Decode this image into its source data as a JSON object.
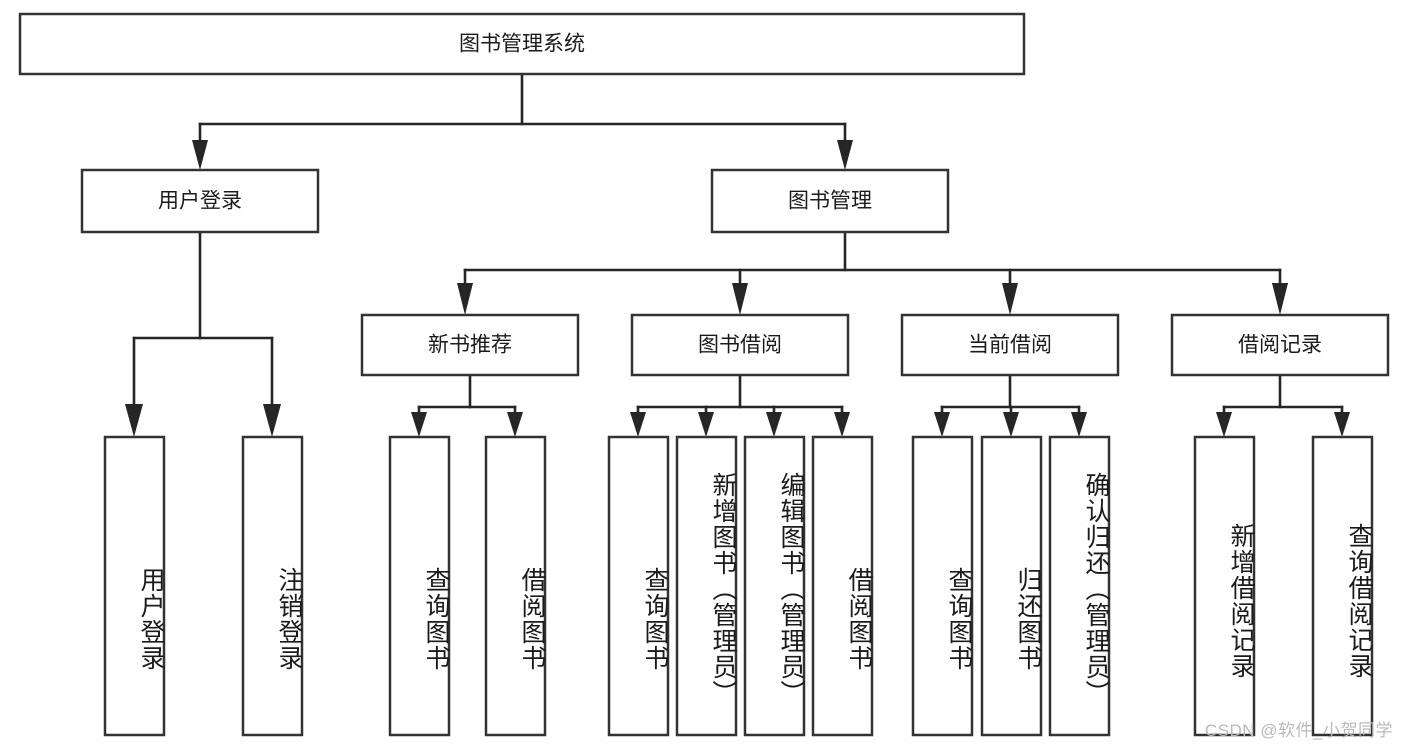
{
  "diagram": {
    "type": "tree-hierarchy",
    "orientation": "top-down",
    "root": {
      "id": "root",
      "label": "图书管理系统"
    },
    "level2": [
      {
        "id": "user-login",
        "label": "用户登录"
      },
      {
        "id": "book-management",
        "label": "图书管理"
      }
    ],
    "level3": [
      {
        "id": "new-book-recommend",
        "label": "新书推荐",
        "parent": "book-management"
      },
      {
        "id": "book-borrow",
        "label": "图书借阅",
        "parent": "book-management"
      },
      {
        "id": "current-borrow",
        "label": "当前借阅",
        "parent": "book-management"
      },
      {
        "id": "borrow-record",
        "label": "借阅记录",
        "parent": "book-management"
      }
    ],
    "leaves": {
      "user-login": [
        {
          "id": "leaf-user-login",
          "label": "用户登录"
        },
        {
          "id": "leaf-logout",
          "label": "注销登录"
        }
      ],
      "new-book-recommend": [
        {
          "id": "leaf-query-book-1",
          "label": "查询图书"
        },
        {
          "id": "leaf-borrow-book-1",
          "label": "借阅图书"
        }
      ],
      "book-borrow": [
        {
          "id": "leaf-query-book-2",
          "label": "查询图书"
        },
        {
          "id": "leaf-add-book",
          "label": "新增图书（管理员）"
        },
        {
          "id": "leaf-edit-book",
          "label": "编辑图书（管理员）"
        },
        {
          "id": "leaf-borrow-book-2",
          "label": "借阅图书"
        }
      ],
      "current-borrow": [
        {
          "id": "leaf-query-book-3",
          "label": "查询图书"
        },
        {
          "id": "leaf-return-book",
          "label": "归还图书"
        },
        {
          "id": "leaf-confirm-return",
          "label": "确认归还（管理员）"
        }
      ],
      "borrow-record": [
        {
          "id": "leaf-add-record",
          "label": "新增借阅记录"
        },
        {
          "id": "leaf-query-record",
          "label": "查询借阅记录"
        }
      ]
    },
    "colors": {
      "box_stroke": "#333333",
      "box_fill": "#ffffff",
      "connector": "#262626",
      "text": "#1b1b1b",
      "watermark": "#b9b9b9",
      "background": "#ffffff"
    }
  },
  "watermark": {
    "text": "CSDN @软件_小贺同学"
  }
}
